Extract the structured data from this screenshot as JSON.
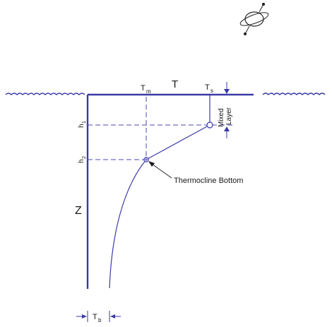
{
  "labels": {
    "temperature_axis": "T",
    "depth_axis": "Z",
    "t_mixed": "T",
    "t_mixed_sub": "m",
    "t_surface": "T",
    "t_surface_sub": "s",
    "t_bottom": "T",
    "t_bottom_sub": "b",
    "h1": "h",
    "h1_sub": "1",
    "h2": "h",
    "h2_sub": "2",
    "mixed_layer_line1": "Mixed",
    "mixed_layer_line2": "Layer",
    "thermocline_bottom": "Thermocline Bottom"
  },
  "icons": {
    "top_right": "satellite-icon"
  },
  "colors": {
    "line": "#3a3aa8",
    "dash": "#4a4ab8",
    "text": "#1a1a1a"
  }
}
